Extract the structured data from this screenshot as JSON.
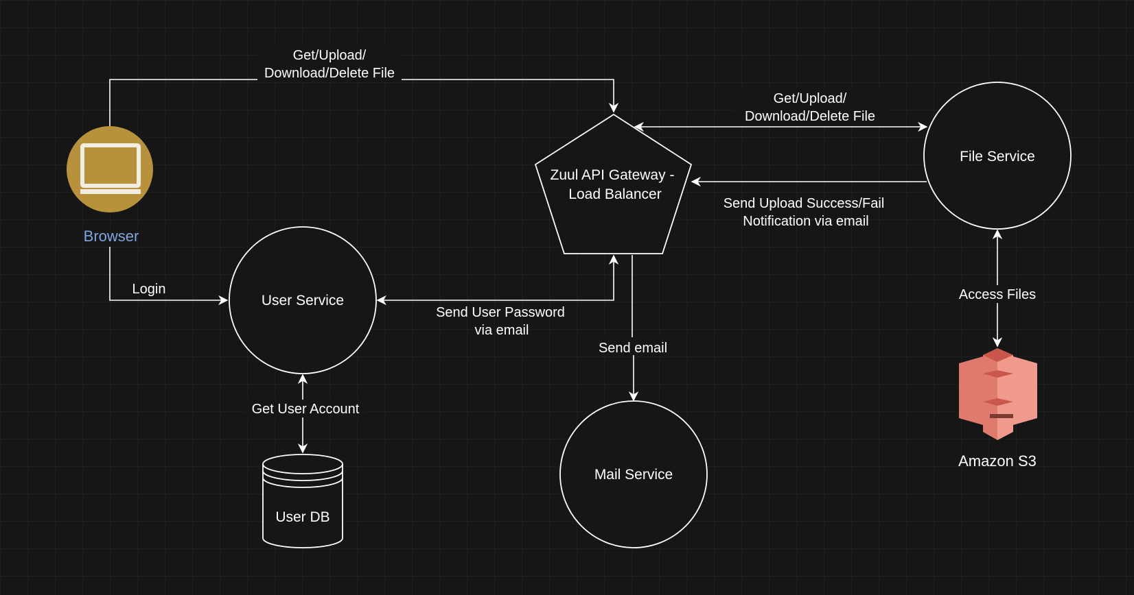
{
  "diagram": {
    "background": "#161616",
    "grid_color": "#262626",
    "line_color": "#ffffff",
    "nodes": {
      "browser": {
        "label": "Browser",
        "icon": "monitor-icon",
        "icon_bg": "#b8913c",
        "label_color": "#7ea6e0"
      },
      "user_service": {
        "label": "User Service"
      },
      "gateway": {
        "line1": "Zuul API Gateway -",
        "line2": "Load Balancer"
      },
      "file_service": {
        "label": "File Service"
      },
      "mail_service": {
        "label": "Mail Service"
      },
      "user_db": {
        "label": "User DB",
        "icon": "database-cylinder-icon"
      },
      "amazon_s3": {
        "label": "Amazon S3",
        "icon": "amazon-s3-icon",
        "colors": [
          "#e07a6e",
          "#f09a8e",
          "#c9574c",
          "#7a3a32"
        ]
      }
    },
    "edges": {
      "browser_gateway": {
        "line1": "Get/Upload/",
        "line2": "Download/Delete File"
      },
      "gateway_file": {
        "line1": "Get/Upload/",
        "line2": "Download/Delete File"
      },
      "file_gateway_notify": {
        "line1": "Send Upload Success/Fail",
        "line2": "Notification via email"
      },
      "browser_user": {
        "label": "Login"
      },
      "gateway_user": {
        "line1": "Send User Password",
        "line2": "via email"
      },
      "gateway_mail": {
        "label": "Send email"
      },
      "user_db": {
        "label": "Get User Account"
      },
      "file_s3": {
        "label": "Access Files"
      }
    }
  }
}
